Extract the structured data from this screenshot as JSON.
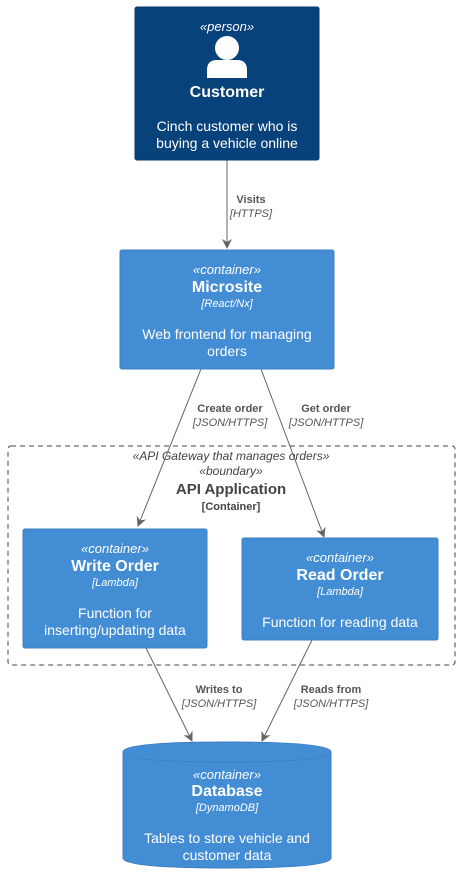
{
  "nodes": {
    "customer": {
      "stereotype": "«person»",
      "title": "Customer",
      "desc_lines": [
        "Cinch customer who is",
        "buying a vehicle online"
      ]
    },
    "microsite": {
      "stereotype": "«container»",
      "title": "Microsite",
      "tech": "[React/Nx]",
      "desc_lines": [
        "Web frontend for managing",
        "orders"
      ]
    },
    "write_order": {
      "stereotype": "«container»",
      "title": "Write Order",
      "tech": "[Lambda]",
      "desc_lines": [
        "Function for",
        "inserting/updating data"
      ]
    },
    "read_order": {
      "stereotype": "«container»",
      "title": "Read Order",
      "tech": "[Lambda]",
      "desc_lines": [
        "Function for reading data"
      ]
    },
    "database": {
      "stereotype": "«container»",
      "title": "Database",
      "tech": "[DynamoDB]",
      "desc_lines": [
        "Tables to store vehicle and",
        "customer data"
      ]
    }
  },
  "boundary": {
    "stereotype1": "«API Gateway that manages orders»",
    "stereotype2": "«boundary»",
    "title": "API Application",
    "type": "[Container]"
  },
  "edges": {
    "visits": {
      "label": "Visits",
      "tech": "[HTTPS]"
    },
    "create_order": {
      "label": "Create order",
      "tech": "[JSON/HTTPS]"
    },
    "get_order": {
      "label": "Get order",
      "tech": "[JSON/HTTPS]"
    },
    "writes_to": {
      "label": "Writes to",
      "tech": "[JSON/HTTPS]"
    },
    "reads_from": {
      "label": "Reads from",
      "tech": "[JSON/HTTPS]"
    }
  },
  "colors": {
    "person": "#08427B",
    "container": "#438DD5",
    "container_border": "#3C7FC0",
    "arrow": "#666666",
    "boundary": "#444444",
    "text_on_box": "#FFFFFF"
  }
}
